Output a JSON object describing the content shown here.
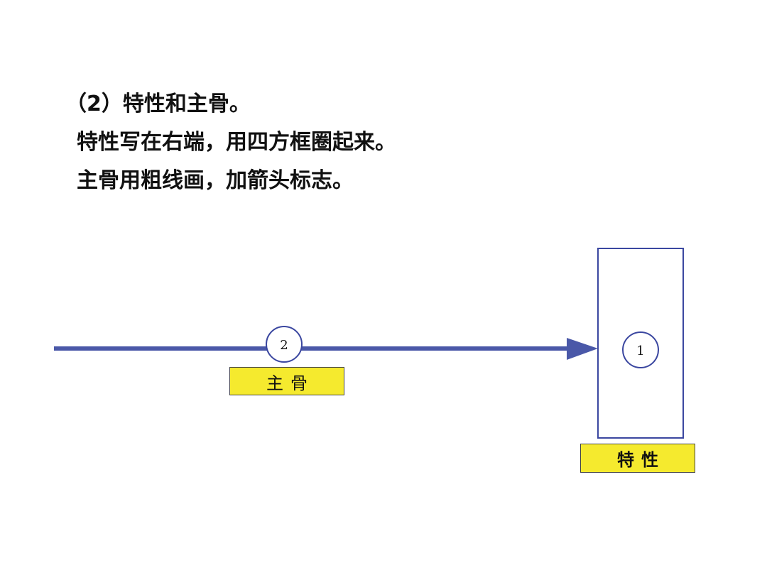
{
  "heading": {
    "line1": "（2）特性和主骨。",
    "line2": "特性写在右端，用四方框圈起来。",
    "line3": "主骨用粗线画，加箭头标志。"
  },
  "diagram": {
    "main_bone_marker": "2",
    "characteristic_marker": "1",
    "main_bone_label": "主骨",
    "characteristic_label": "特性",
    "colors": {
      "spine": "#4a58a8",
      "box_border": "#3b47a0",
      "label_fill": "#f5ea2e"
    }
  }
}
